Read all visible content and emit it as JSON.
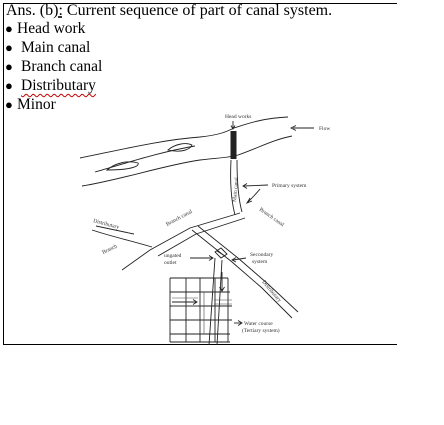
{
  "answer": {
    "prefix": "Ans. (b)",
    "colon": ":",
    "title": " Current sequence of part of canal system."
  },
  "sequence": [
    {
      "label": "Head work"
    },
    {
      "label": "Main canal"
    },
    {
      "label": "Branch canal"
    },
    {
      "label": "Distributary"
    },
    {
      "label": "Minor"
    }
  ],
  "diagram": {
    "head_works": "Head works",
    "flow": "Flow",
    "main_canal": "Main canal",
    "primary_system": "Primary system",
    "branch_canal_right": "Branch canal",
    "branch_canal_left": "Branch canal",
    "distributary_left": "Distributary",
    "branch_left": "Branch",
    "ungated_outlet_1": "ungated",
    "ungated_outlet_2": "outlet",
    "secondary_system_1": "Secondary",
    "secondary_system_2": "system",
    "distributary_right": "Distributary",
    "water_course_1": "Water course",
    "water_course_2": "(Tertiary system)"
  }
}
